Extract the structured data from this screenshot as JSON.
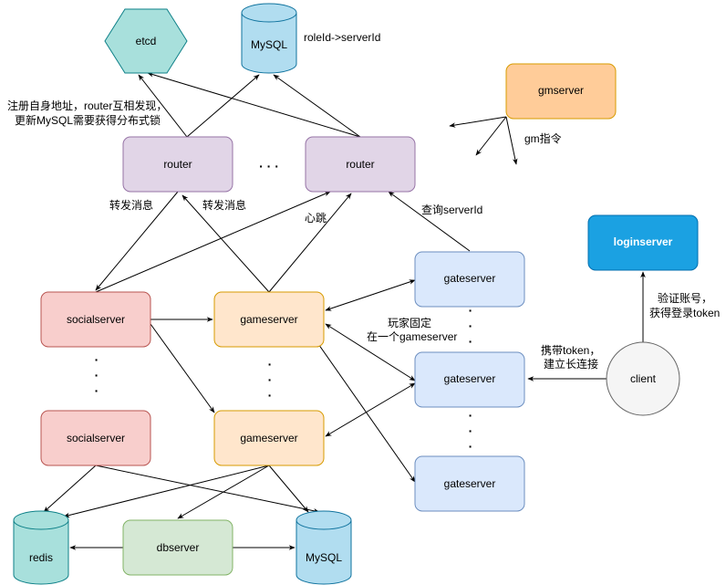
{
  "nodes": {
    "etcd": "etcd",
    "mysql_top": "MySQL",
    "router_left": "router",
    "router_right": "router",
    "gmserver": "gmserver",
    "loginserver": "loginserver",
    "socialserver_top": "socialserver",
    "socialserver_bottom": "socialserver",
    "gameserver_top": "gameserver",
    "gameserver_bottom": "gameserver",
    "gateserver_top": "gateserver",
    "gateserver_mid": "gateserver",
    "gateserver_bottom": "gateserver",
    "client": "client",
    "redis": "redis",
    "dbserver": "dbserver",
    "mysql_bottom": "MySQL"
  },
  "labels": {
    "roleid_map": "roleId->serverId",
    "register_line1": "注册自身地址，router互相发现，",
    "register_line2": "更新MySQL需要获得分布式锁",
    "gm_cmd": "gm指令",
    "forward_left": "转发消息",
    "forward_right": "转发消息",
    "heartbeat": "心跳",
    "query_serverid": "查询serverId",
    "player_fixed_line1": "玩家固定",
    "player_fixed_line2": "在一个gameserver",
    "verify_line1": "验证账号，",
    "verify_line2": "获得登录token",
    "token_line1": "携带token，",
    "token_line2": "建立长连接"
  },
  "colors": {
    "etcd_fill": "#a8e0dc",
    "mysql_fill": "#b1ddf0",
    "router_fill": "#e1d5e7",
    "gm_fill": "#ffcc99",
    "login_fill": "#1ba1e2",
    "social_fill": "#f8cecc",
    "game_fill": "#ffe6cc",
    "gate_fill": "#dae8fc",
    "client_fill": "#f5f5f5",
    "db_fill": "#d5e8d4"
  }
}
